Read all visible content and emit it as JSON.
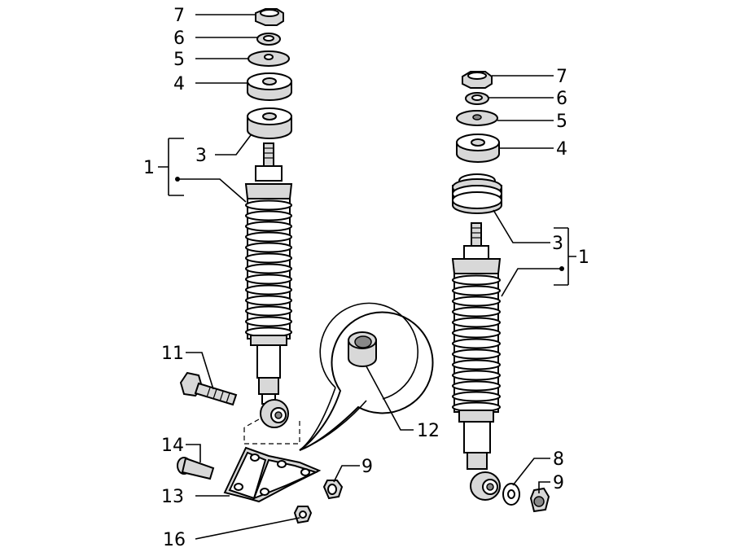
{
  "labels": {
    "left_7": "7",
    "left_6": "6",
    "left_5": "5",
    "left_4": "4",
    "left_3": "3",
    "left_1": "1",
    "right_7": "7",
    "right_6": "6",
    "right_5": "5",
    "right_4": "4",
    "right_3": "3",
    "right_1": "1",
    "p11": "11",
    "p12": "12",
    "p14": "14",
    "p13": "13",
    "p16": "16",
    "p9a": "9",
    "p8": "8",
    "p9b": "9"
  },
  "colors": {
    "line": "#000000",
    "background": "#ffffff"
  }
}
